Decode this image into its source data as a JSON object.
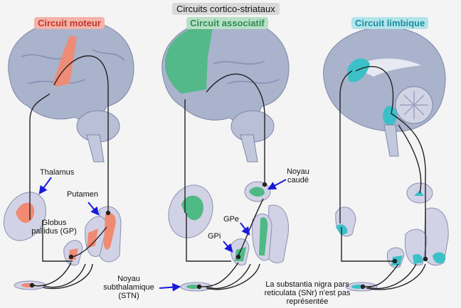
{
  "title": "Circuits cortico-striataux",
  "circuits": {
    "motor": {
      "label": "Circuit moteur",
      "bg": "#f3b3a8",
      "color": "#c0392b"
    },
    "associative": {
      "label": "Circuit associatif",
      "bg": "#b8e0c5",
      "color": "#2e8b57"
    },
    "limbic": {
      "label": "Circuit limbique",
      "bg": "#b3e4ea",
      "color": "#1a8fa0"
    }
  },
  "labels": {
    "thalamus": "Thalamus",
    "putamen": "Putamen",
    "globus_pallidus": "Globus pallidus (GP)",
    "noyau_caude": "Noyau caudé",
    "gpe": "GPe",
    "gpi": "GPi",
    "stn": "Noyau subthalamique (STN)",
    "snr_note": "La substantia nigra pars reticulata (SNr) n'est pas représentée"
  },
  "colors": {
    "motor_fill": "#f08a72",
    "assoc_fill": "#4fb985",
    "limbic_fill": "#3cc0c8",
    "brain": "#aab3cc",
    "nucleus": "#d2d2e6",
    "wire": "#222222",
    "arrow": "#1a1adc"
  }
}
